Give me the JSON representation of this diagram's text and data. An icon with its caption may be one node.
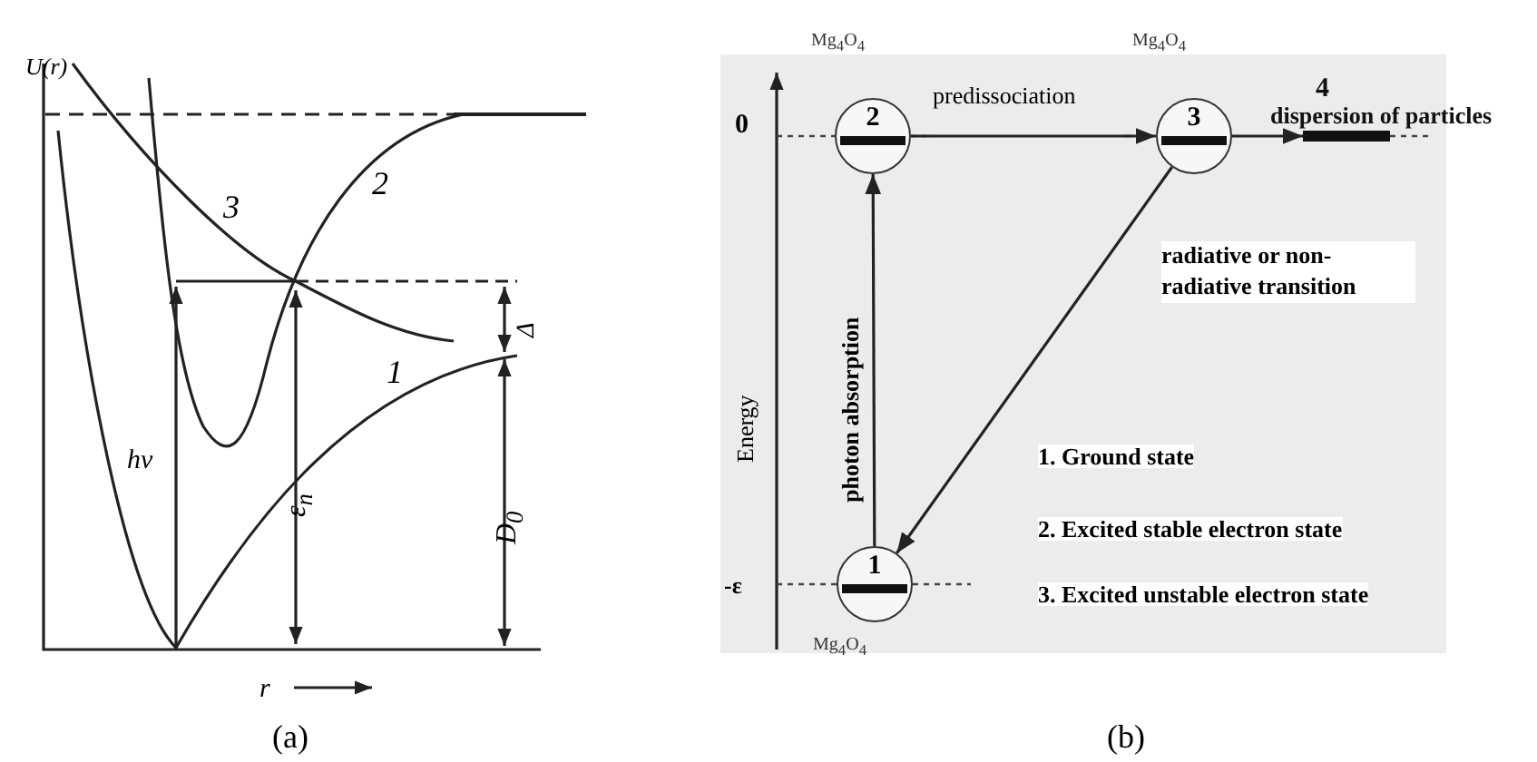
{
  "diagram": {
    "nodes": [
      {
        "text": [
          "2"
        ],
        "beside": [
          "Mg$_{4}$O$_{4}$"
        ]
      },
      {
        "text": [
          "3"
        ],
        "beside": [
          "Mg$_{4}$O$_{4}$"
        ]
      },
      {
        "text": [],
        "shape": "bar",
        "beside": [
          "4",
          "dispersion of particles"
        ]
      },
      {
        "text": [
          "1"
        ],
        "beside": [
          "Mg$_{4}$O$_{4}$"
        ]
      }
    ],
    "edges": [
      {
        "from": 3,
        "to": 0,
        "arrow": "to",
        "label": "photon absorption"
      },
      {
        "from": 0,
        "to": 1,
        "arrow": "to",
        "label": "predissociation"
      },
      {
        "from": 1,
        "to": 2,
        "arrow": "to"
      },
      {
        "from": 1,
        "to": 3,
        "arrow": "to"
      }
    ],
    "labels": [
      "U(r)",
      "3",
      "2",
      "Δ",
      "1",
      "hν",
      "ε$_{n}$",
      "D$_{0}$",
      "r",
      "(a)",
      "0",
      "Energy",
      "radiative or non-radiative transition",
      "1. Ground state",
      "2. Excited stable electron state",
      "-ε",
      "3. Excited unstable electron state",
      "(b)"
    ]
  }
}
